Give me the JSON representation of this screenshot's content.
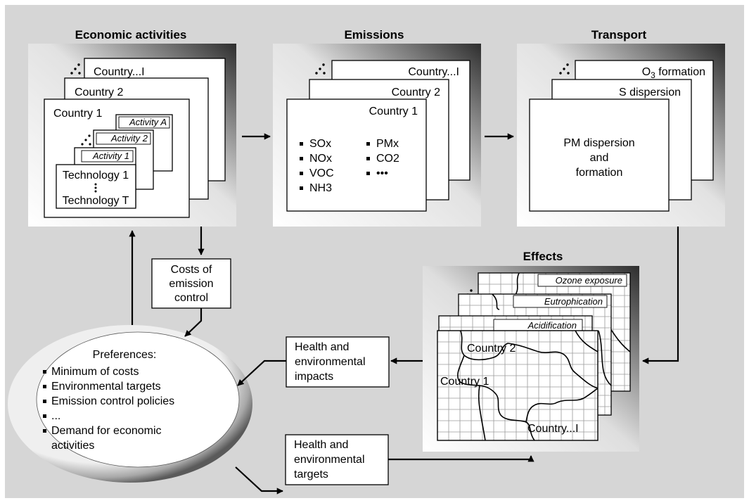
{
  "headings": {
    "economic": "Economic activities",
    "emissions": "Emissions",
    "transport": "Transport",
    "effects": "Effects"
  },
  "economic": {
    "country_i": "Country...I",
    "country_2": "Country 2",
    "country_1": "Country 1",
    "activity_a": "Activity A",
    "activity_2": "Activity 2",
    "activity_1": "Activity 1",
    "technology_1": "Technology 1",
    "technology_t": "Technology T"
  },
  "emissions": {
    "country_i": "Country...I",
    "country_2": "Country 2",
    "country_1": "Country 1",
    "items_left": [
      "SOx",
      "NOx",
      "VOC",
      "NH3"
    ],
    "items_right": [
      "PMx",
      "CO2",
      "•••"
    ]
  },
  "transport": {
    "o3_prefix": "O",
    "o3_sub": "3",
    "o3_suffix": " formation",
    "s_dispersion": "S dispersion",
    "pm_line1": "PM dispersion",
    "pm_line2": "and",
    "pm_line3": "formation"
  },
  "effects": {
    "ozone": "Ozone exposure",
    "eutrophication": "Eutrophication",
    "acidification": "Acidification",
    "country_2": "Country 2",
    "country_1": "Country 1",
    "country_i": "Country...I"
  },
  "costs": [
    "Costs of",
    "emission",
    "control"
  ],
  "impacts": [
    "Health and",
    "environmental",
    "impacts"
  ],
  "targets": [
    "Health and",
    "environmental",
    "targets"
  ],
  "preferences": {
    "title": "Preferences:",
    "items": [
      "Minimum of costs",
      "Environmental targets",
      "Emission control policies",
      "...",
      "Demand for economic"
    ],
    "continuation": "activities"
  },
  "colors": {
    "background": "#d6d6d6",
    "panel_dark": "#2b2b2b",
    "panel_light": "#f2f2f2"
  }
}
